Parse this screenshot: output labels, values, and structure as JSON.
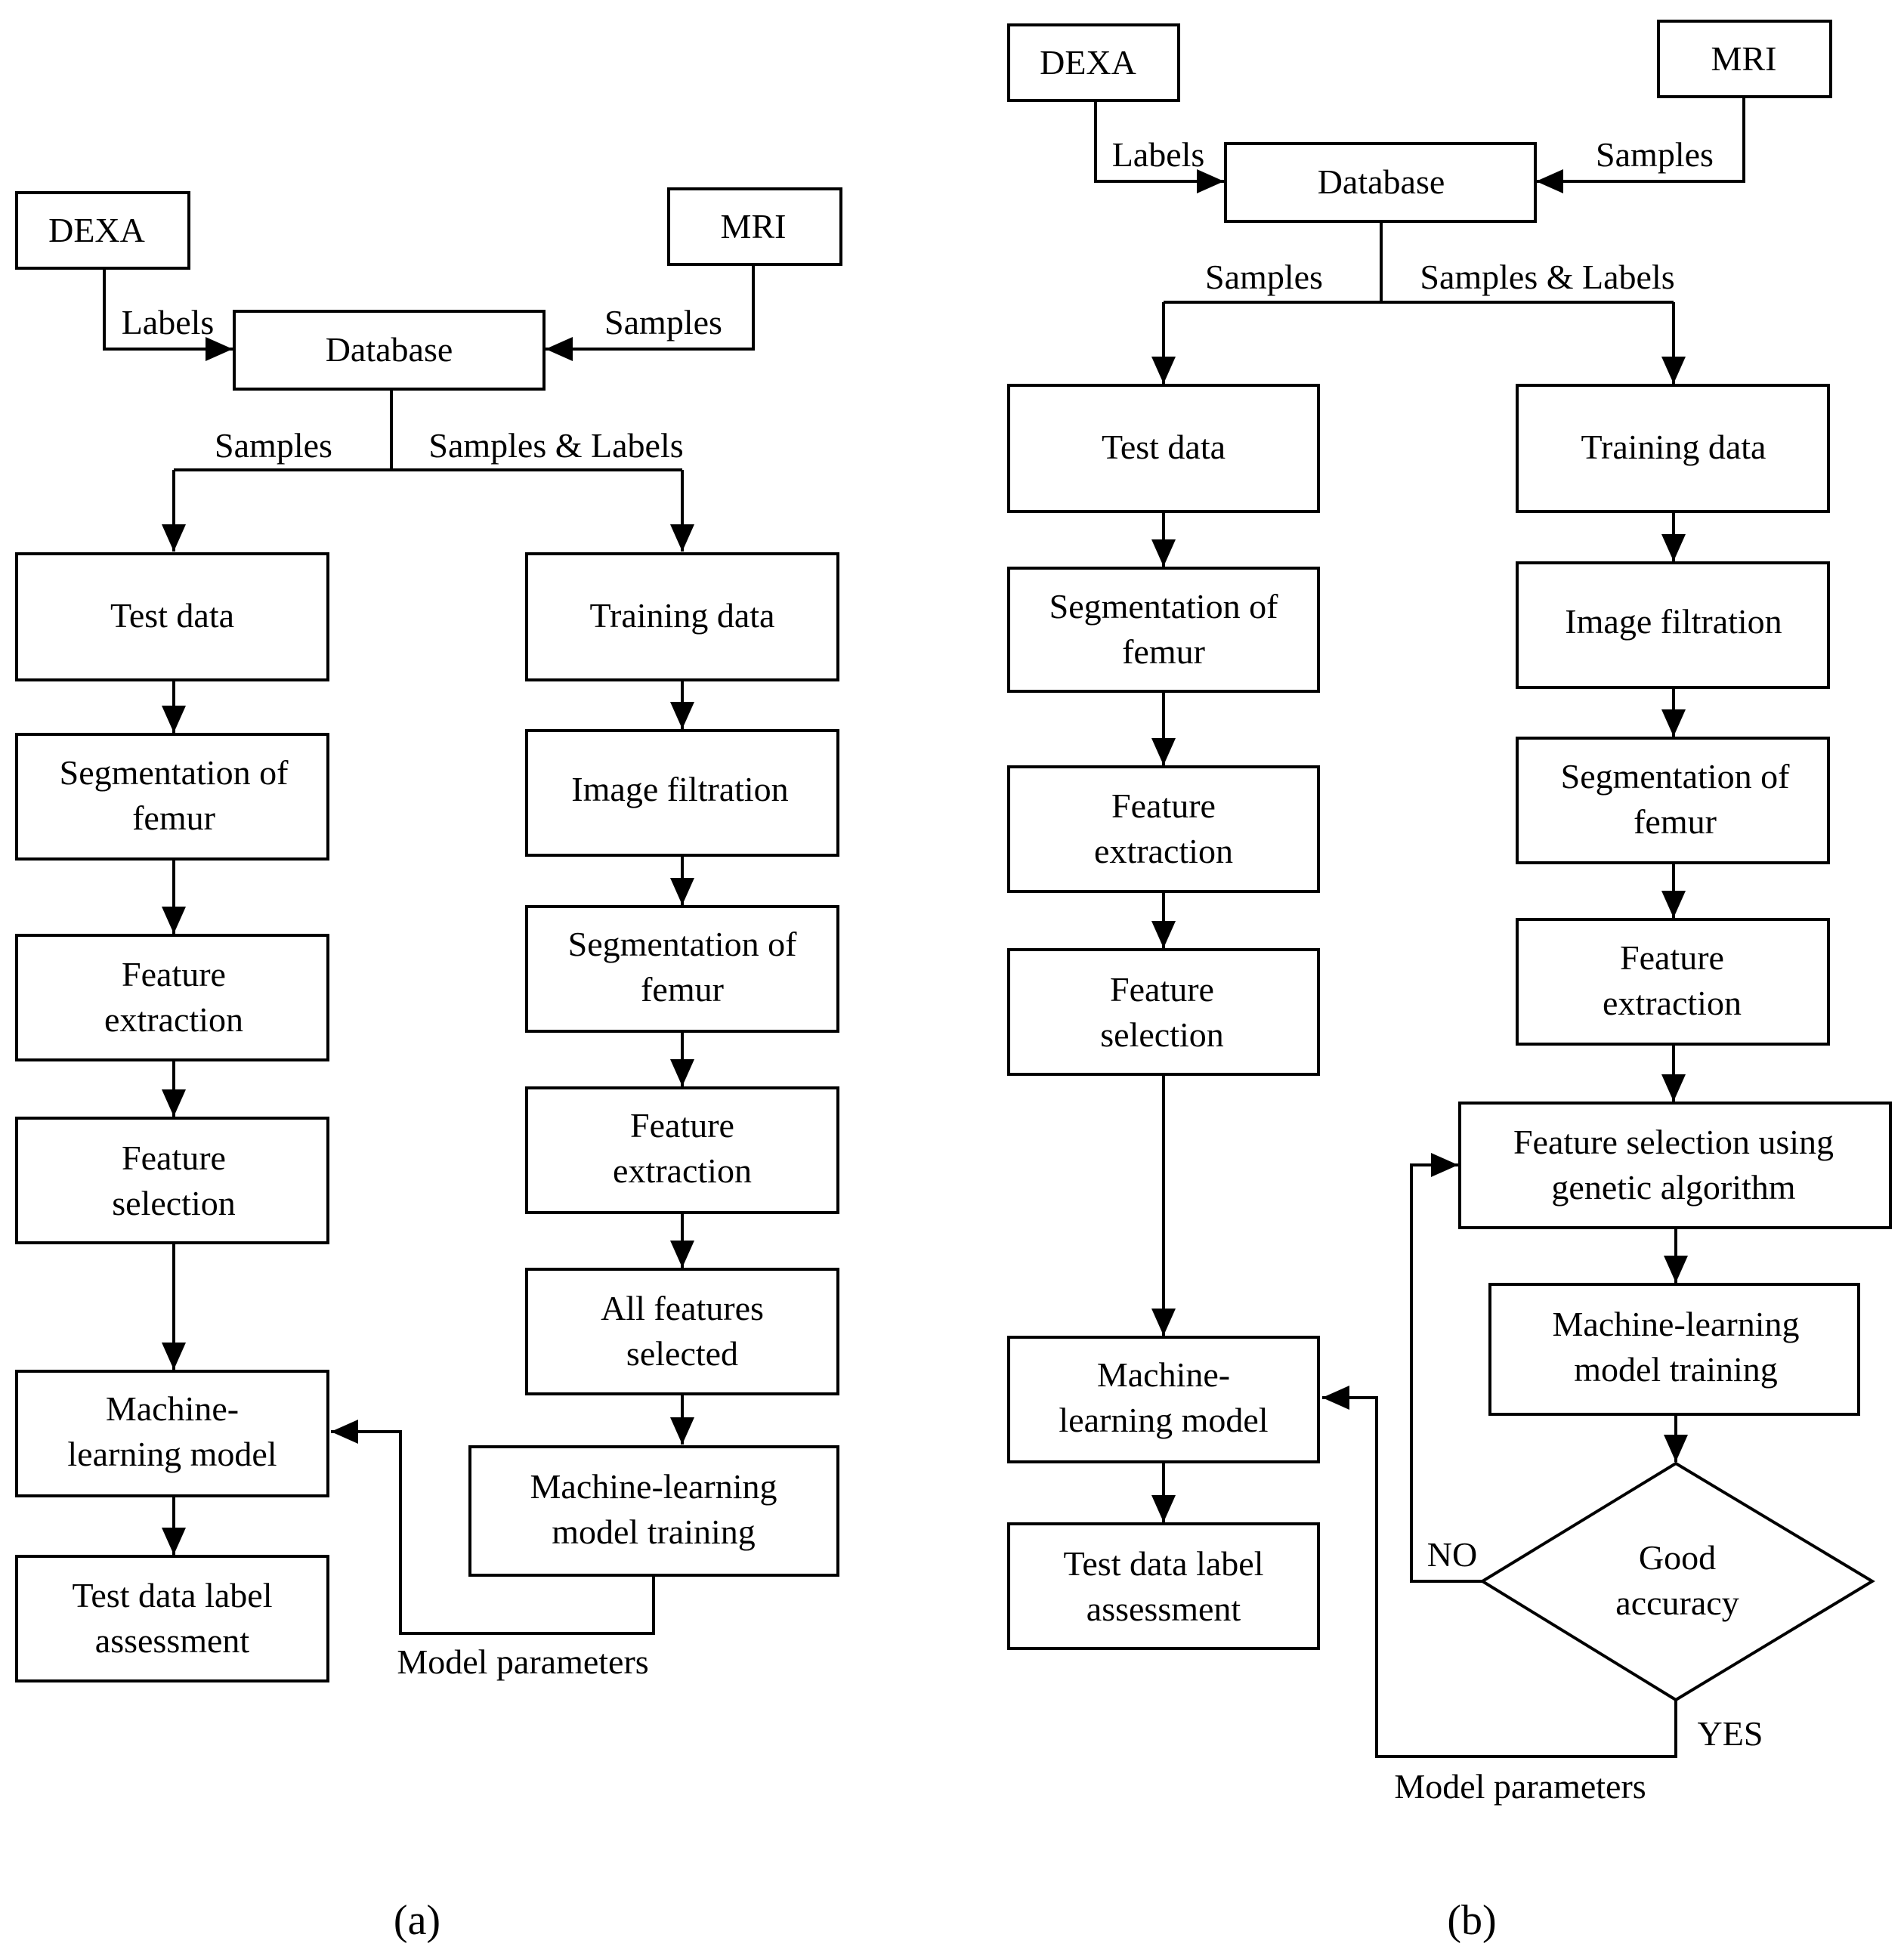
{
  "diagrams": [
    {
      "caption": "(a)",
      "nodes": {
        "dexa": [
          "DEXA"
        ],
        "mri": [
          "MRI"
        ],
        "database": [
          "Database"
        ],
        "test_data": [
          "Test data"
        ],
        "segmentation_test": [
          "Segmentation of",
          "femur"
        ],
        "feature_extraction_test": [
          "Feature",
          "extraction"
        ],
        "feature_selection_test": [
          "Feature",
          "selection"
        ],
        "ml_model": [
          "Machine-",
          "learning model"
        ],
        "test_label_assessment": [
          "Test data label",
          "assessment"
        ],
        "training_data": [
          "Training data"
        ],
        "image_filtration": [
          "Image filtration"
        ],
        "segmentation_train": [
          "Segmentation of",
          "femur"
        ],
        "feature_extraction_train": [
          "Feature",
          "extraction"
        ],
        "all_features_selected": [
          "All features",
          "selected"
        ],
        "ml_training": [
          "Machine-learning",
          "model training"
        ]
      },
      "edge_labels": {
        "labels": "Labels",
        "samples_in": "Samples",
        "samples_out": "Samples",
        "samples_labels": "Samples & Labels",
        "model_parameters": "Model parameters"
      }
    },
    {
      "caption": "(b)",
      "nodes": {
        "dexa": [
          "DEXA"
        ],
        "mri": [
          "MRI"
        ],
        "database": [
          "Database"
        ],
        "test_data": [
          "Test data"
        ],
        "segmentation_test": [
          "Segmentation of",
          "femur"
        ],
        "feature_extraction_test": [
          "Feature",
          "extraction"
        ],
        "feature_selection_test": [
          "Feature",
          "selection"
        ],
        "ml_model": [
          "Machine-",
          "learning model"
        ],
        "test_label_assessment": [
          "Test data label",
          "assessment"
        ],
        "training_data": [
          "Training data"
        ],
        "image_filtration": [
          "Image filtration"
        ],
        "segmentation_train": [
          "Segmentation of",
          "femur"
        ],
        "feature_extraction_train": [
          "Feature",
          "extraction"
        ],
        "feature_selection_ga": [
          "Feature selection using",
          "genetic algorithm"
        ],
        "ml_training": [
          "Machine-learning",
          "model training"
        ],
        "good_accuracy": [
          "Good",
          "accuracy"
        ]
      },
      "edge_labels": {
        "labels": "Labels",
        "samples_in": "Samples",
        "samples_out": "Samples",
        "samples_labels": "Samples & Labels",
        "no": "NO",
        "yes": "YES",
        "model_parameters": "Model parameters"
      }
    }
  ]
}
